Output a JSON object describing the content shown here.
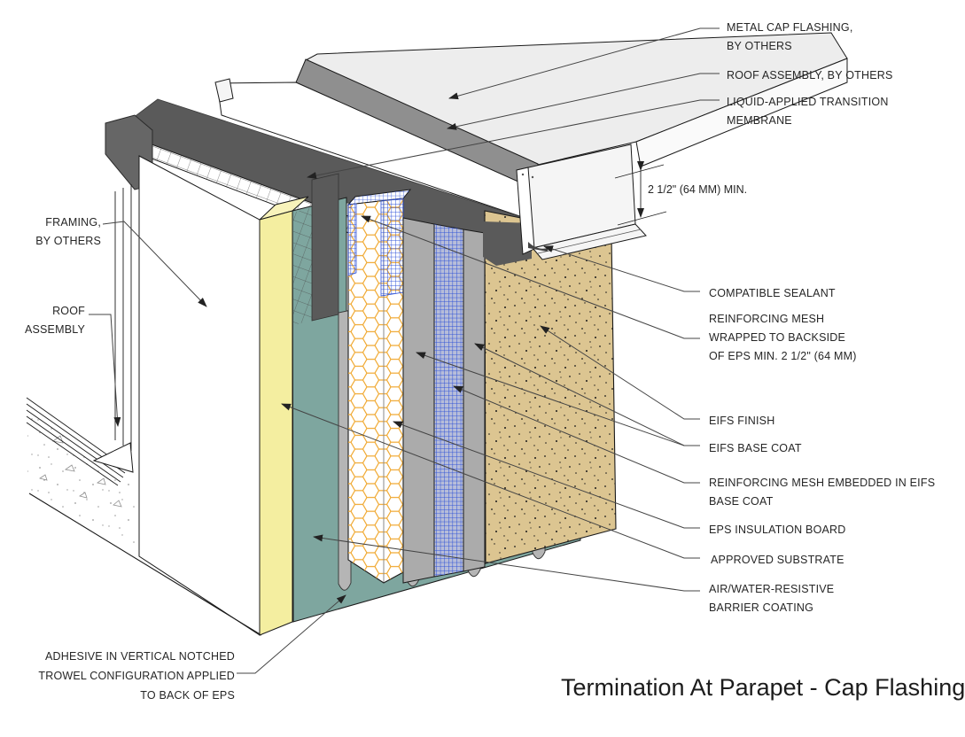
{
  "drawing": {
    "title": "Termination At Parapet - Cap Flashing",
    "dimension_label": "2 1/2\" (64 MM) MIN."
  },
  "callouts_right": {
    "metal_cap": "METAL CAP FLASHING,\nBY OTHERS",
    "roof_assembly": "ROOF ASSEMBLY, BY OTHERS",
    "transition_membrane": "LIQUID-APPLIED TRANSITION\nMEMBRANE",
    "sealant": "COMPATIBLE SEALANT",
    "mesh_wrapped": "REINFORCING MESH\nWRAPPED TO BACKSIDE\nOF EPS MIN. 2 1/2\" (64 MM)",
    "eifs_finish": "EIFS FINISH",
    "eifs_base_coat": "EIFS BASE COAT",
    "mesh_embedded": "REINFORCING MESH EMBEDDED IN EIFS\nBASE COAT",
    "eps_board": "EPS INSULATION BOARD",
    "approved_substrate": "APPROVED SUBSTRATE",
    "air_water_barrier": "AIR/WATER-RESISTIVE\nBARRIER COATING"
  },
  "callouts_left": {
    "framing": "FRAMING,\nBY OTHERS",
    "roof_assembly": "ROOF\nASSEMBLY",
    "adhesive": "ADHESIVE IN VERTICAL NOTCHED\nTROWEL CONFIGURATION APPLIED\nTO BACK OF EPS"
  },
  "materials": {
    "substrate_yellow": "#f4eea0",
    "barrier_teal": "#7ea69f",
    "membrane_dark_gray": "#5a5a5a",
    "roof_membrane_gray": "#8f8f8f",
    "base_coat_gray": "#ababab",
    "mesh_blue": "#2b4fd7",
    "eps_hex_orange": "#f0a830",
    "finish_tan": "#dcc591",
    "flashing_white": "#f0f0f0"
  }
}
